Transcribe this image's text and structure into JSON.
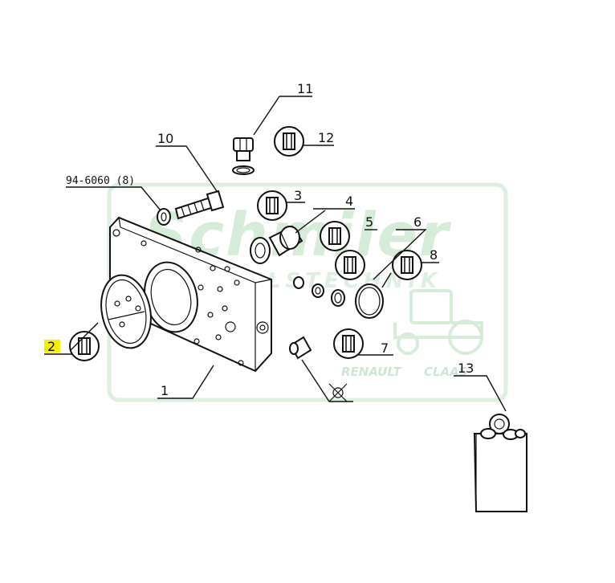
{
  "watermark": {
    "brand": "Schmiler",
    "subtitle": "HANDELSTECHNIK",
    "renault": "RENAULT",
    "claas": "CLAAS",
    "color": "#dcefe0"
  },
  "highlight_color": "#f4f000",
  "callouts": {
    "p1": "1",
    "p2": "2",
    "p3": "3",
    "p4": "4",
    "p5": "5",
    "p6": "6",
    "p7": "7",
    "p8": "8",
    "p10": "10",
    "p11": "11",
    "p12": "12",
    "p13": "13",
    "ref": "94-6060 (8)"
  }
}
